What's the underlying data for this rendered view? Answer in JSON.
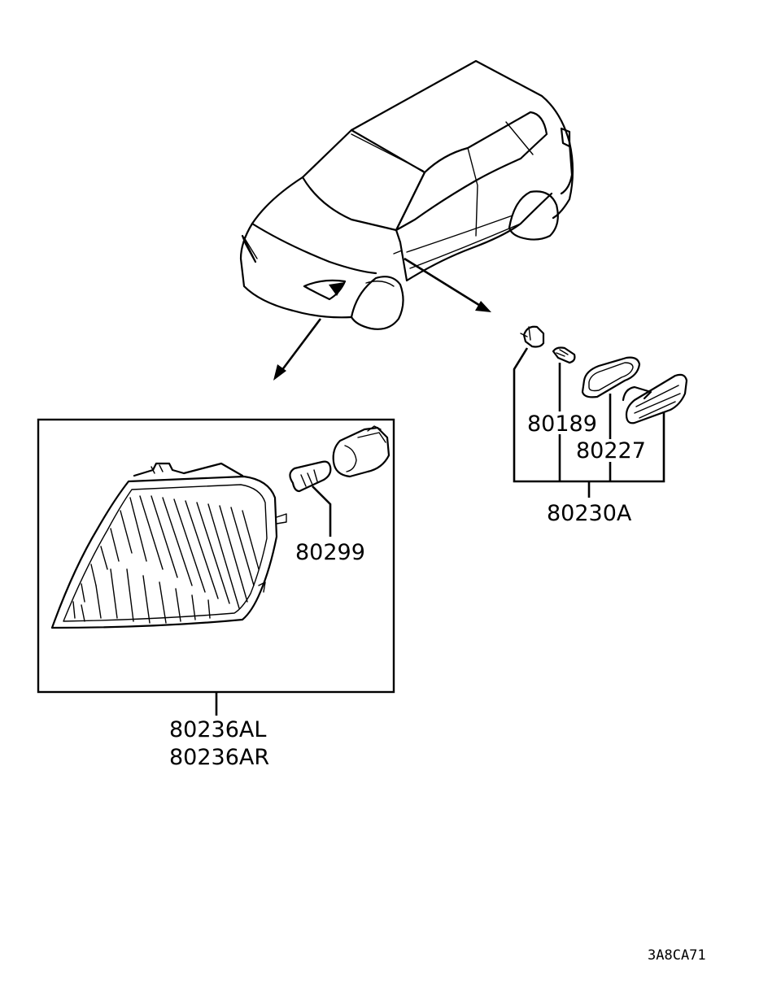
{
  "parts": {
    "corner_lamp_left": "80236AL",
    "corner_lamp_right": "80236AR",
    "corner_bulb": "80299",
    "side_marker_bulb": "80189",
    "side_marker_gasket": "80227",
    "side_marker_assy": "80230A"
  },
  "diagram_code": "3A8CA71",
  "colors": {
    "line": "#000000",
    "background": "#ffffff"
  }
}
